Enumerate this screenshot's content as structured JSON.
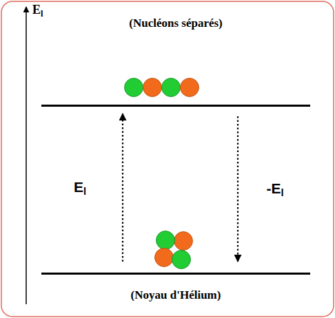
{
  "diagram": {
    "nodes": [
      {
        "text": [
          "(Nucléons séparés)"
        ]
      },
      {
        "text": [
          "(Noyau d'Hélium)"
        ]
      }
    ],
    "edges": [
      {
        "from": 1,
        "to": 0,
        "arrow": "to",
        "label": "El"
      },
      {
        "from": 0,
        "to": 1,
        "arrow": "to",
        "label": "-El"
      }
    ],
    "labels": [
      "El"
    ]
  }
}
